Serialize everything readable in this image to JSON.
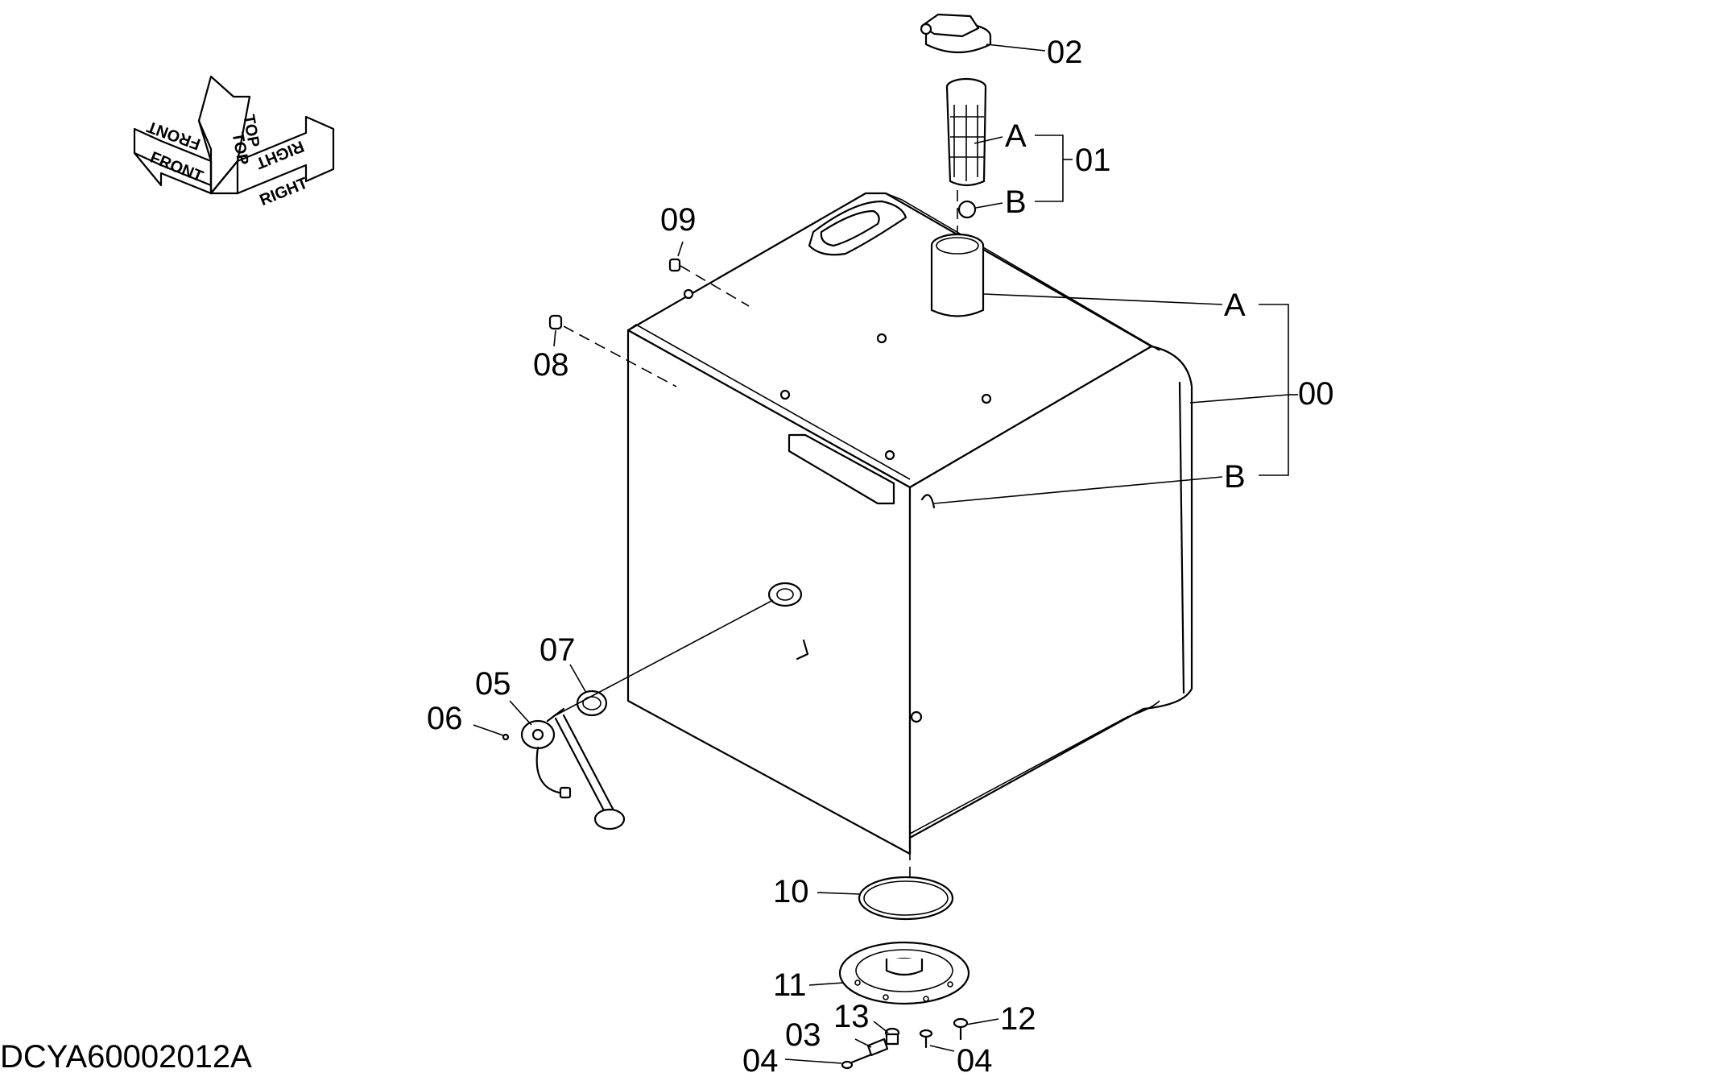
{
  "orientation": {
    "front": "FRONT",
    "top": "TOP",
    "right": "RIGHT"
  },
  "callouts": {
    "p00": "00",
    "p01": "01",
    "p02": "02",
    "p03": "03",
    "p04a": "04",
    "p04b": "04",
    "p05": "05",
    "p06": "06",
    "p07": "07",
    "p08": "08",
    "p09": "09",
    "p10": "10",
    "p11": "11",
    "p12": "12",
    "p13": "13",
    "sub_a_strainer": "A",
    "sub_b_strainer": "B",
    "sub_a_tank": "A",
    "sub_b_tank": "B"
  },
  "drawing_code": "DCYA60002012A"
}
